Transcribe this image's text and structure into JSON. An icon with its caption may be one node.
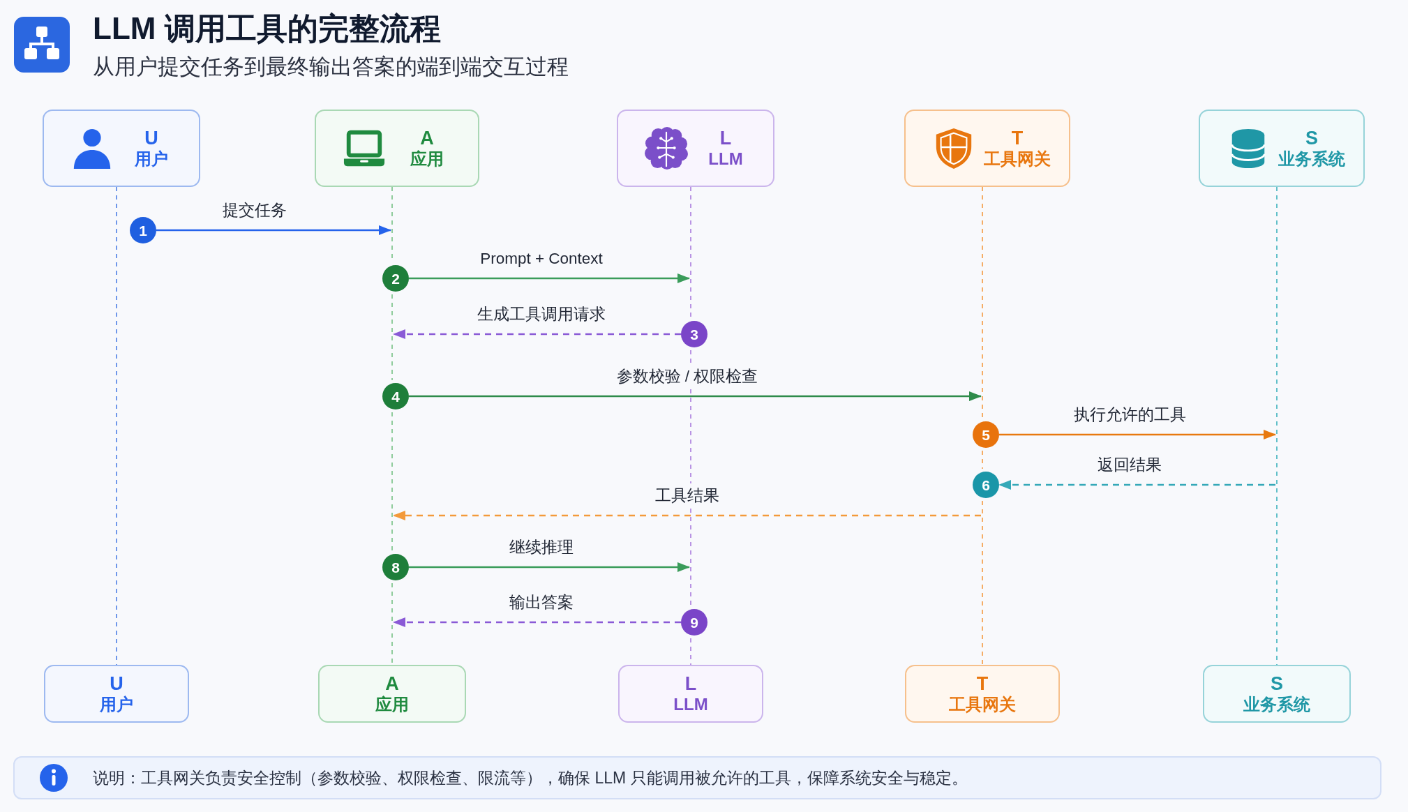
{
  "diagram": {
    "title": "LLM 调用工具的完整流程",
    "nodes": [
      {
        "text": [
          "U",
          "用户"
        ]
      },
      {
        "text": [
          "A",
          "应用"
        ]
      },
      {
        "text": [
          "L",
          "LLM"
        ]
      },
      {
        "text": [
          "T",
          "工具网关"
        ]
      },
      {
        "text": [
          "S",
          "业务系统"
        ]
      },
      {
        "text": [],
        "shape": "line"
      },
      {
        "text": [],
        "shape": "line"
      },
      {
        "text": [],
        "shape": "line"
      },
      {
        "text": [],
        "shape": "line"
      },
      {
        "text": [],
        "shape": "line"
      },
      {
        "text": [
          "1"
        ]
      },
      {
        "text": [
          "2"
        ]
      },
      {
        "text": [
          "3"
        ]
      },
      {
        "text": [
          "4"
        ]
      },
      {
        "text": [
          "5"
        ]
      },
      {
        "text": [
          "6"
        ]
      },
      {
        "text": [
          "8"
        ]
      },
      {
        "text": [
          "9"
        ]
      },
      {
        "text": [
          "U",
          "用户"
        ]
      },
      {
        "text": [
          "A",
          "应用"
        ]
      },
      {
        "text": [
          "L",
          "LLM"
        ]
      },
      {
        "text": [
          "T",
          "工具网关"
        ]
      },
      {
        "text": [
          "S",
          "业务系统"
        ]
      },
      {
        "text": [
          "说明：工具网关负责安全控制（参数校验、权限检查、限流等），确保 LLM 只能调用被允许的工具，保障系统安全与稳定。"
        ]
      }
    ],
    "edges": [
      {
        "from": 10,
        "to": 6,
        "arrow": "to",
        "label": "提交任务",
        "color": "#2563eb"
      },
      {
        "from": 11,
        "to": 7,
        "arrow": "to",
        "label": "Prompt + Context",
        "color": "#3a9c5a"
      },
      {
        "from": 12,
        "to": 6,
        "arrow": "to",
        "label": "生成工具调用请求",
        "style": "dashed",
        "color": "#8a5ad6"
      },
      {
        "from": 13,
        "to": 8,
        "arrow": "to",
        "label": "参数校验 / 权限检查",
        "color": "#2e8b4a"
      },
      {
        "from": 14,
        "to": 9,
        "arrow": "to",
        "label": "执行允许的工具",
        "color": "#e8790f"
      },
      {
        "from": 9,
        "to": 15,
        "arrow": "to",
        "label": "返回结果",
        "style": "dashed",
        "color": "#35a9b8"
      },
      {
        "from": 8,
        "to": 6,
        "arrow": "to",
        "label": "工具结果",
        "style": "dashed",
        "color": "#f39a3a"
      },
      {
        "from": 16,
        "to": 7,
        "arrow": "to",
        "label": "继续推理",
        "color": "#3a9c5a"
      },
      {
        "from": 17,
        "to": 6,
        "arrow": "to",
        "label": "输出答案",
        "style": "dashed",
        "color": "#8a5ad6"
      }
    ],
    "labels": [
      "从用户提交任务到最终输出答案的端到端交互过程"
    ]
  }
}
